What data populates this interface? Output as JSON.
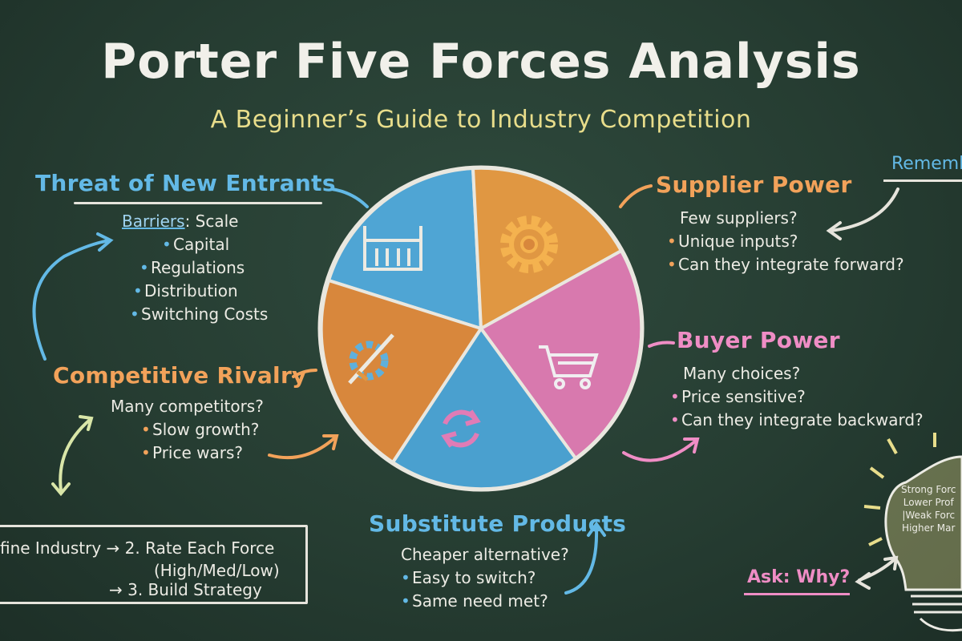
{
  "header": {
    "title": "Porter Five Forces Analysis",
    "subtitle": "A Beginner’s Guide to Industry Competition"
  },
  "colors": {
    "blue": "#63b9e6",
    "orange": "#e8934a",
    "pink": "#e07cb6",
    "chalk": "#ecebe4",
    "yellow": "#e8dd8b"
  },
  "forces": {
    "new_entrants": {
      "title": "Threat of New Entrants",
      "barriers_label": "Barriers",
      "first": ": Scale",
      "items": [
        "Capital",
        "Regulations",
        "Distribution",
        "Switching Costs"
      ],
      "icon": "factory-icon"
    },
    "supplier": {
      "title": "Supplier Power",
      "lead": "Few suppliers?",
      "items": [
        "Unique inputs?",
        "Can they integrate forward?"
      ],
      "icon": "gear-icon"
    },
    "buyer": {
      "title": "Buyer Power",
      "lead": "Many choices?",
      "items": [
        "Price sensitive?",
        "Can they integrate backward?"
      ],
      "icon": "shopping-cart-icon"
    },
    "rivalry": {
      "title": "Competitive Rivalry",
      "lead": "Many competitors?",
      "items": [
        "Slow growth?",
        "Price wars?"
      ],
      "icon": "sword-gear-icon"
    },
    "substitutes": {
      "title": "Substitute Products",
      "lead": "Cheaper alternative?",
      "items": [
        "Easy to switch?",
        "Same need met?"
      ],
      "icon": "refresh-arrows-icon"
    }
  },
  "steps": {
    "line1": "fine Industry → 2. Rate Each Force",
    "line2": "(High/Med/Low)",
    "line3": "→ 3. Build Strategy"
  },
  "remember": "Rememb",
  "bulb": {
    "lines": [
      "Strong Forc",
      "Lower Prof",
      "|Weak Forc",
      "Higher Mar"
    ]
  },
  "ask": "Ask: Why?"
}
